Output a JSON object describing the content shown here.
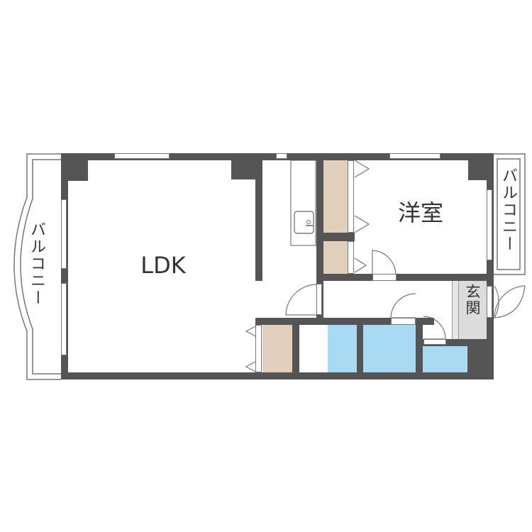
{
  "floorplan": {
    "rooms": [
      {
        "id": "ldk",
        "label": "LDK"
      },
      {
        "id": "western-room",
        "label": "洋室"
      },
      {
        "id": "entrance",
        "label": "玄関"
      }
    ],
    "balconies": [
      {
        "id": "balcony-left",
        "label": "バルコニー"
      },
      {
        "id": "balcony-right",
        "label": "バルコニー"
      }
    ],
    "fixtures": [
      "kitchen-sink",
      "bathtub",
      "washbasin",
      "washing-machine-space",
      "toilet",
      "closets"
    ],
    "colors": {
      "wall": "#555555",
      "closet": "#e0cfbb",
      "wet_area": "#a8daf3",
      "entrance": "#dcdcdc",
      "floor": "#ffffff"
    }
  }
}
